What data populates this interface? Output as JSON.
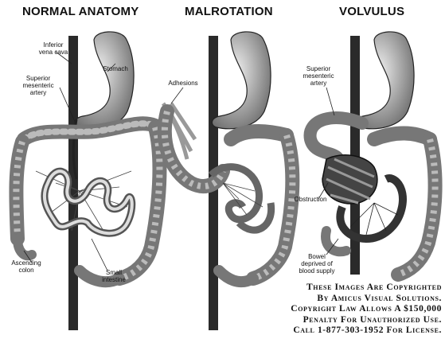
{
  "panels": {
    "normal": {
      "title": "NORMAL ANATOMY",
      "labels": {
        "ivc": "Inferior\nvena cava",
        "stomach": "Stomach",
        "sma": "Superior\nmesenteric\nartery",
        "ascending_colon": "Ascending\ncolon",
        "small_intestine": "Small\nintestine"
      }
    },
    "malrotation": {
      "title": "MALROTATION",
      "labels": {
        "adhesions": "Adhesions"
      }
    },
    "volvulus": {
      "title": "VOLVULUS",
      "labels": {
        "sma": "Superior\nmesenteric\nartery",
        "obstruction": "Obstruction",
        "bowel_deprived": "Bowel\ndeprived of\nblood supply"
      }
    }
  },
  "copyright": {
    "line1": "These Images Are Copyrighted",
    "line2": "By Amicus Visual Solutions.",
    "line3": "Copyright Law Allows A $150,000",
    "line4": "Penalty For Unauthorized Use.",
    "line5": "Call 1-877-303-1952 For License."
  }
}
